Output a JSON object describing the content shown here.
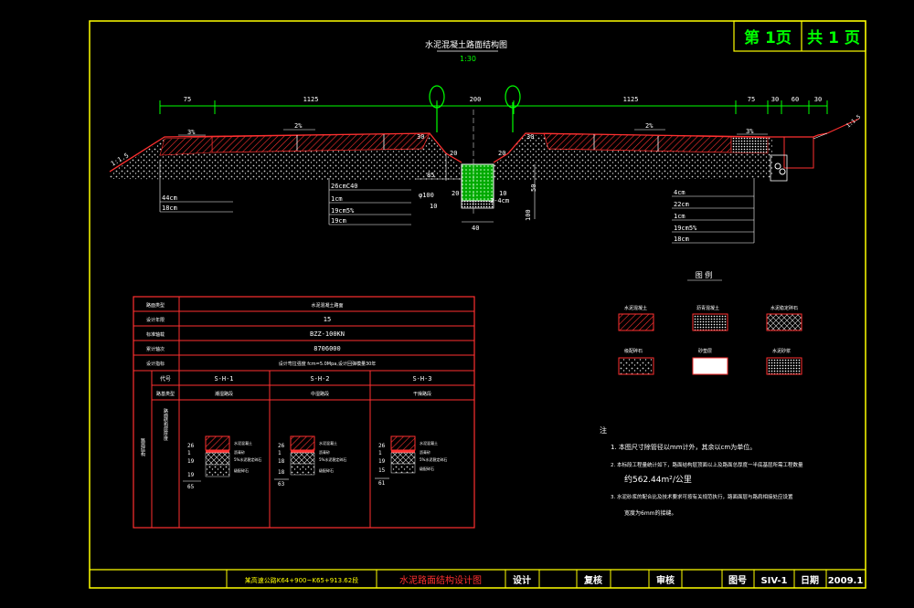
{
  "header": {
    "page_label": "第 1页",
    "total_label": "共 1 页"
  },
  "drawing": {
    "section_title": "水泥混凝土路面结构图",
    "scale": "1:30",
    "dims_top": [
      "75",
      "1125",
      "200",
      "1125",
      "75",
      "30",
      "60",
      "30"
    ],
    "slopes": [
      "3%",
      "2%",
      "2%",
      "3%"
    ],
    "side_slope": "1:1.5",
    "right_mark": "1:1.5",
    "center_dims": [
      "30",
      "20",
      "30",
      "20"
    ],
    "lower_dims": [
      "85",
      "20",
      "40",
      "50",
      "100",
      "10",
      "2-4cm"
    ],
    "left_layers": [
      "44cm",
      "18cm"
    ],
    "mid_layers": [
      "26cmC40",
      "1cm",
      "19cm5%",
      "19cm"
    ],
    "right_layers": [
      "4cm",
      "22cm",
      "1cm",
      "19cm5%",
      "18cm"
    ],
    "mid_pipe": "φ100",
    "mid_pipe2": "10"
  },
  "legend": {
    "title": "图 例",
    "items": [
      "水泥混凝土",
      "沥青混凝土",
      "水泥稳定碎石",
      "级配碎石",
      "砂垫层",
      "水泥砂浆"
    ]
  },
  "table": {
    "rows": [
      {
        "label": "路面类型",
        "value": "水泥混凝土路面"
      },
      {
        "label": "设计年限",
        "value": "15"
      },
      {
        "label": "标准轴载",
        "value": "BZZ-100KN"
      },
      {
        "label": "累计轴次",
        "value": "8706000"
      },
      {
        "label": "设计指标",
        "value": "设计弯拉强度 fcm=5.0Mpa,设计回弹模量30年"
      }
    ],
    "col_header_label": "代号",
    "col_subheader_label": "路基类型",
    "codes": [
      "S-H-1",
      "S-H-2",
      "S-H-3"
    ],
    "types": [
      "潮湿路段",
      "中湿路段",
      "干燥路段"
    ],
    "side_label": "路面结构",
    "inner_label": "路面结构层厚度",
    "structures": [
      {
        "thicknesses": [
          "26",
          "1",
          "19",
          "19"
        ],
        "total": "65"
      },
      {
        "thicknesses": [
          "26",
          "1",
          "18",
          "18"
        ],
        "total": "63"
      },
      {
        "thicknesses": [
          "26",
          "1",
          "19",
          "15"
        ],
        "total": "61"
      }
    ],
    "layer_names": [
      "水泥混凝土",
      "沥青砂",
      "5%水泥稳定碎石",
      "级配碎石"
    ]
  },
  "notes": {
    "title": "注",
    "items": [
      "1. 本图尺寸除管径以mm计外，其余以cm为单位。",
      "2. 本标段工程量统计如下，路面结构层顶面以上及路面总厚度一半底基层所需工程数量",
      "约562.44m²/公里",
      "3. 水泥砂浆的配合比及技术要求可按有关规范执行，路面面层与路肩相接处应设置",
      "宽度为6mm的接缝。"
    ]
  },
  "titleblock": {
    "project": "某高速公路K64+900~K65+913.62段",
    "drawing_name": "水泥路面结构设计图",
    "design": "设计",
    "review": "复核",
    "approve": "审核",
    "drawing_no_label": "图号",
    "drawing_no": "SIV-1",
    "date_label": "日期",
    "date": "2009.1"
  },
  "colors": {
    "frame": "#ffff00",
    "red": "#ff2020",
    "cyan": "#00ffff",
    "green": "#00ff00",
    "white": "#ffffff"
  }
}
